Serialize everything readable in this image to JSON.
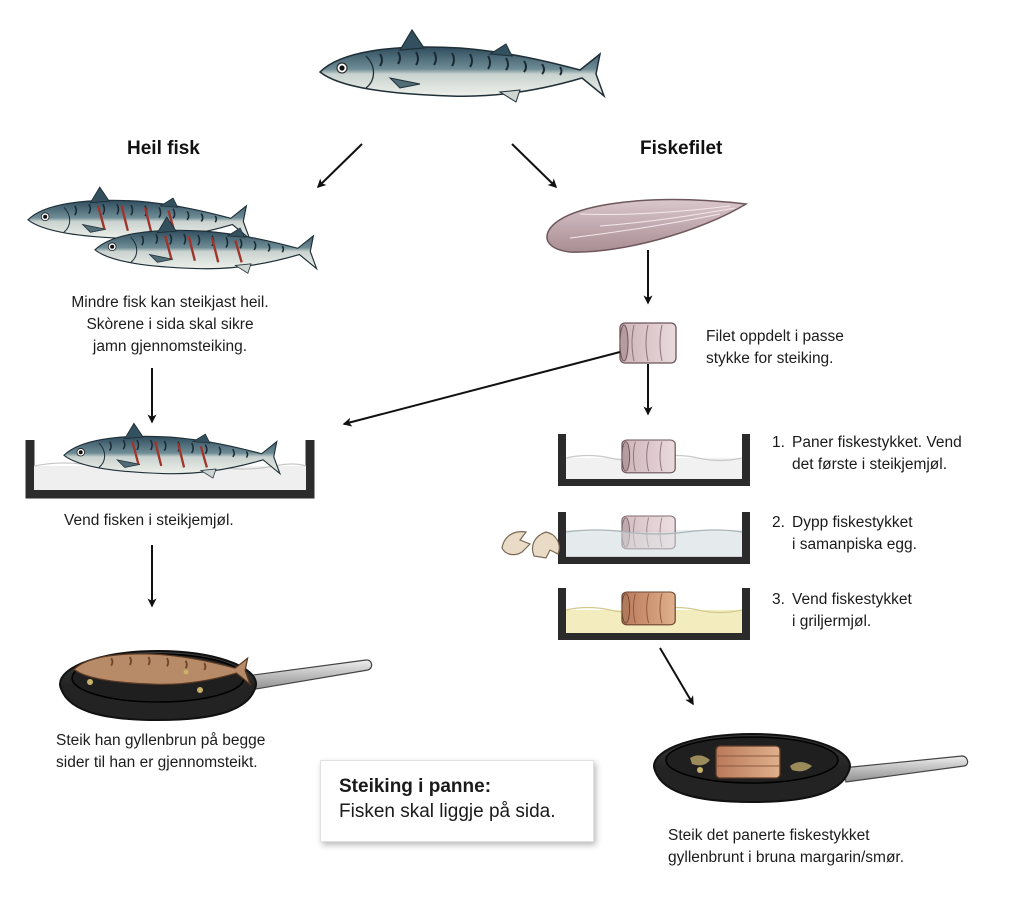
{
  "headings": {
    "whole": "Heil fisk",
    "fillet": "Fiskefilet"
  },
  "whole_fish": {
    "desc_lines": [
      "Mindre fisk kan steikjast heil.",
      "Skòrene i sida skal sikre",
      "jamn gjennomsteiking."
    ],
    "turn_text": "Vend fisken i steikjemjøl.",
    "fry_lines": [
      "Steik han gyllenbrun på begge",
      "sider til han er gjennomsteikt."
    ]
  },
  "fillet": {
    "split_lines": [
      "Filet oppdelt i passe",
      "stykke for steiking."
    ],
    "steps": [
      {
        "num": "1.",
        "lines": [
          "Paner fiskestykket. Vend",
          "det første i steikjemjøl."
        ]
      },
      {
        "num": "2.",
        "lines": [
          "Dypp fiskestykket",
          "i samanpiska egg."
        ]
      },
      {
        "num": "3.",
        "lines": [
          "Vend fiskestykket",
          "i griljermjøl."
        ]
      }
    ],
    "fry_lines": [
      "Steik det panerte fiskestykket",
      "gyllenbrunt i bruna margarin/smør."
    ]
  },
  "info_box": {
    "title": "Steiking i panne:",
    "body": "Fisken skal liggje på sida."
  },
  "colors": {
    "fish_back": "#3d5a6b",
    "fish_belly": "#e9ece6",
    "fillet": "#c9b2b6",
    "pan": "#2e2e2e",
    "tray": "#2b2b2b",
    "breadcrumb": "#f1e9b8",
    "cut_marks": "#a0342a"
  },
  "icons": [
    "mackerel-icon",
    "fillet-icon",
    "fish-piece-icon",
    "tray-icon",
    "frying-pan-icon",
    "eggshell-icon",
    "arrow-icon"
  ]
}
